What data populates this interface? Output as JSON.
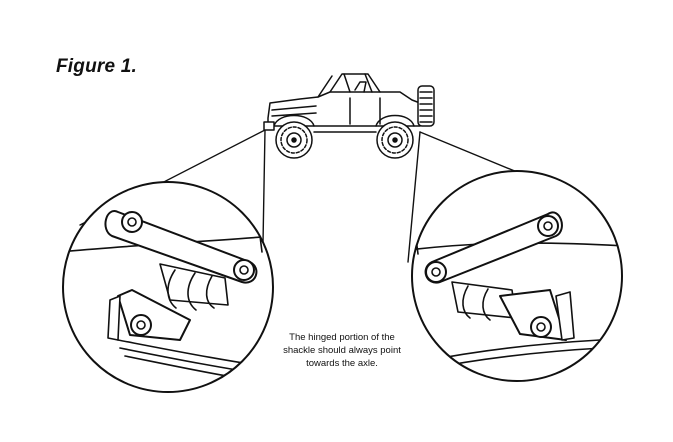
{
  "figure": {
    "title": "Figure 1."
  },
  "caption": {
    "lines": [
      "The hinged portion of the",
      "shackle should always point",
      "towards the axle."
    ]
  },
  "colors": {
    "ink": "#111111",
    "background": "#ffffff"
  },
  "icons": {
    "vehicle": "jeep-icon",
    "left_detail": "left-shackle-detail",
    "right_detail": "right-shackle-detail"
  }
}
